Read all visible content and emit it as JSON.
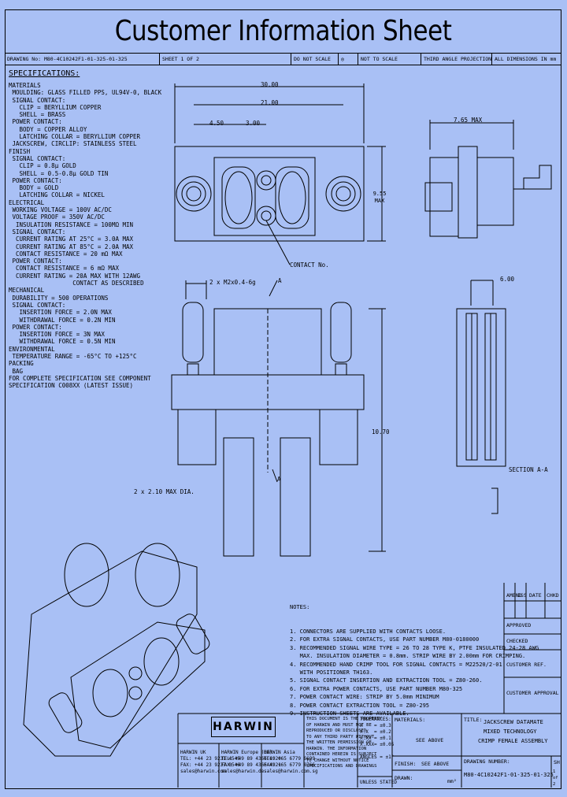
{
  "header": {
    "title": "Customer Information Sheet"
  },
  "info_row": {
    "drawing_no": "DRAWING No: M80-4C10242F1-01-325-01-325",
    "sheet": "SHEET 1 OF 2",
    "do_not_scale": "DO NOT SCALE",
    "scale": "NOT TO SCALE",
    "projection": "THIRD ANGLE PROJECTION",
    "dims": "ALL DIMENSIONS IN mm"
  },
  "specifications": {
    "heading": "SPECIFICATIONS:",
    "lines": [
      "MATERIALS",
      " MOULDING: GLASS FILLED PPS, UL94V-0, BLACK",
      " SIGNAL CONTACT:",
      "   CLIP = BERYLLIUM COPPER",
      "   SHELL = BRASS",
      " POWER CONTACT:",
      "   BODY = COPPER ALLOY",
      "   LATCHING COLLAR = BERYLLIUM COPPER",
      " JACKSCREW, CIRCLIP: STAINLESS STEEL",
      "FINISH",
      " SIGNAL CONTACT:",
      "   CLIP = 0.8µ GOLD",
      "   SHELL = 0.5-0.8µ GOLD TIN",
      " POWER CONTACT:",
      "   BODY = GOLD",
      "   LATCHING COLLAR = NICKEL",
      "ELECTRICAL",
      " WORKING VOLTAGE = 100V AC/DC",
      " VOLTAGE PROOF = 350V AC/DC",
      "  INSULATION RESISTANCE = 100MΩ MIN",
      " SIGNAL CONTACT:",
      "  CURRENT RATING AT 25°C = 3.0A MAX",
      "  CURRENT RATING AT 85°C = 2.0A MAX",
      "  CONTACT RESISTANCE = 20 mΩ MAX",
      " POWER CONTACT:",
      "  CONTACT RESISTANCE = 6 mΩ MAX",
      "  CURRENT RATING = 20A MAX WITH 12AWG",
      "                  CONTACT AS DESCRIBED",
      "MECHANICAL",
      " DURABILITY = 500 OPERATIONS",
      " SIGNAL CONTACT:",
      "   INSERTION FORCE = 2.0N MAX",
      "   WITHDRAWAL FORCE = 0.2N MIN",
      " POWER CONTACT:",
      "   INSERTION FORCE = 3N MAX",
      "   WITHDRAWAL FORCE = 0.5N MIN",
      "ENVIRONMENTAL",
      " TEMPERATURE RANGE = -65°C TO +125°C",
      "PACKING",
      " BAG",
      "FOR COMPLETE SPECIFICATION SEE COMPONENT",
      "SPECIFICATION C008XX (LATEST ISSUE)"
    ]
  },
  "dimensions": {
    "overall_width": "30.00",
    "inner_width": "21.00",
    "offset_a": "4.50",
    "offset_b": "3.00",
    "height": "9.55 MAX",
    "side_depth": "7.65 MAX",
    "jackscrew": "2 x M2x0.4-6g",
    "section_top": "6.00",
    "body_height": "10.70",
    "bottom_spec": "2 x 2.10 MAX DIA.",
    "contact_label": "CONTACT No.",
    "section_label": "SECTION A-A",
    "section_mark": "A"
  },
  "notes": {
    "heading": "NOTES:",
    "lines": [
      "1. CONNECTORS ARE SUPPLIED WITH CONTACTS LOOSE.",
      "2. FOR EXTRA SIGNAL CONTACTS, USE PART NUMBER M80-0180000",
      "3. RECOMMENDED SIGNAL WIRE TYPE = 26 TO 28 TYPE K, PTFE INSULATED 24-28 AWG",
      "   MAX. INSULATION DIAMETER = 0.8mm. STRIP WIRE BY 2.00mm FOR CRIMPING.",
      "4. RECOMMENDED HAND CRIMP TOOL FOR SIGNAL CONTACTS = M22520/2-01",
      "   WITH POSITIONER TH163.",
      "5. SIGNAL CONTACT INSERTION AND EXTRACTION TOOL = Z80-260.",
      "6. FOR EXTRA POWER CONTACTS, USE PART NUMBER M80-325",
      "7. POWER CONTACT WIRE: STRIP BY 5.0mm MINIMUM",
      "8. POWER CONTACT EXTRACTION TOOL = Z80-295",
      "9. INSTRUCTION SHEETS ARE AVAILABLE."
    ]
  },
  "revision": {
    "headers": [
      "AMEND",
      "ISS",
      "DATE",
      "CHKD"
    ],
    "values": [
      "",
      "",
      "",
      ""
    ],
    "approved": "APPROVED",
    "checked": "CHECKED",
    "customer_approval": "CUSTOMER APPROVAL",
    "customer_ref": "CUSTOMER REF."
  },
  "title_block": {
    "logo": "HARWIN",
    "uk": "HARWIN UK\nTEL: +44 23 9231 4545\nFAX: +44 23 9237 0546\nsales@harwin.com",
    "europe": "HARWIN Europe (DE)\nTEL: +49 89 4366 4920\nFAX: +49 89 4366 4921\nsales@harwin.de",
    "asia": "HARWIN Asia\nTEL: +65 6779 6699\nFAX: +65 6779 8766\nsales@harwin.com.sg",
    "disclaimer": "THIS DOCUMENT IS THE PROPERTY\nOF HARWIN AND MUST NOT BE\nREPRODUCED OR DISCLOSED\nTO ANY THIRD PARTY WITHOUT\nTHE WRITTEN PERMISSION OF\nHARWIN. THE INFORMATION\nCONTAINED HEREIN IS SUBJECT\nTO CHANGE WITHOUT NOTICE\nSPECIFICATIONS AND DRAWINGS",
    "tolerances": "TOLERANCES:\nX    = ±0.3\nX.X  = ±0.2\nX.XX = ±0.1\nX.XXX= ±0.05\n\nANGLES = ±1°",
    "unless": "UNLESS STATED",
    "materials_label": "MATERIALS:",
    "materials_value": "SEE ABOVE",
    "finish_label": "FINISH:",
    "finish_value": "SEE ABOVE",
    "drawn_label": "DRAWN:",
    "title_label": "TITLE:",
    "title_lines": [
      "JACKSCREW DATAMATE",
      "MIXED TECHNOLOGY",
      "CRIMP FEMALE ASSEMBLY"
    ],
    "drawing_label": "DRAWING NUMBER:",
    "drawing_number": "M80-4C10242F1-01-325-01-325",
    "sheet_label": "SH",
    "sheet_value": "1 of 2",
    "area": "mm²"
  }
}
